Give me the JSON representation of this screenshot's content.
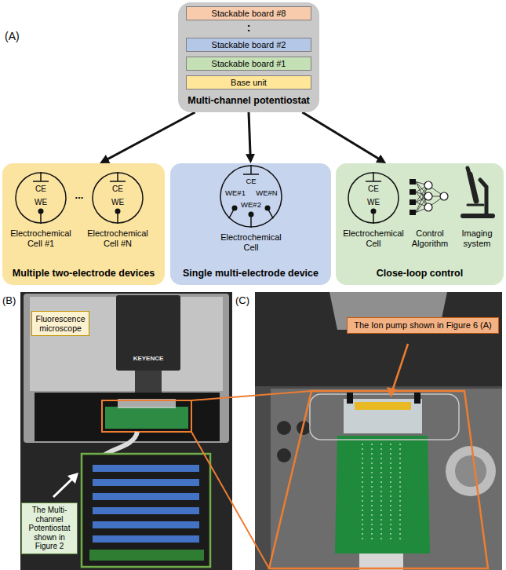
{
  "diagram": {
    "nodes": [
      {
        "text": [
          "Multi-channel potentiostat"
        ]
      },
      {
        "text": [
          "Stackable board #8"
        ],
        "in": 0
      },
      {
        "text": [
          "Stackable board #2"
        ],
        "in": 0
      },
      {
        "text": [
          "Stackable board #1"
        ],
        "in": 0
      },
      {
        "text": [
          "Base unit"
        ],
        "in": 0
      },
      {
        "text": [
          "Multiple two-electrode devices"
        ]
      },
      {
        "text": [
          "Single multi-electrode device"
        ]
      },
      {
        "text": [
          "Close-loop control"
        ]
      },
      {
        "text": [
          "CE",
          "WE",
          "Electrochemical Cell #1"
        ],
        "in": 5
      },
      {
        "text": [
          "CE",
          "WE",
          "Electrochemical Cell #N"
        ],
        "in": 5
      },
      {
        "text": [
          "CE",
          "WE#2",
          "WE#1",
          "WE#N",
          "Electrochemical Cell"
        ],
        "in": 6
      },
      {
        "text": [
          "CE",
          "WE",
          "Electrochemical Cell"
        ],
        "in": 7
      },
      {
        "text": [
          "Fluorescence microscope"
        ]
      },
      {
        "text": [
          "The Multi-channel Potentiostat shown in Figure 2"
        ]
      },
      {
        "text": [
          "The Ion pump shown in Figure 6 (A)"
        ]
      }
    ],
    "edges": [
      {
        "from": 0,
        "to": 5,
        "arrow": "to"
      },
      {
        "from": 0,
        "to": 6,
        "arrow": "to"
      },
      {
        "from": 0,
        "to": 7,
        "arrow": "to"
      }
    ],
    "labels": [
      "(A)",
      ":",
      "...",
      "Control Algorithm",
      "Imaging system",
      "(B)",
      "KEYENCE",
      "(C)"
    ]
  }
}
